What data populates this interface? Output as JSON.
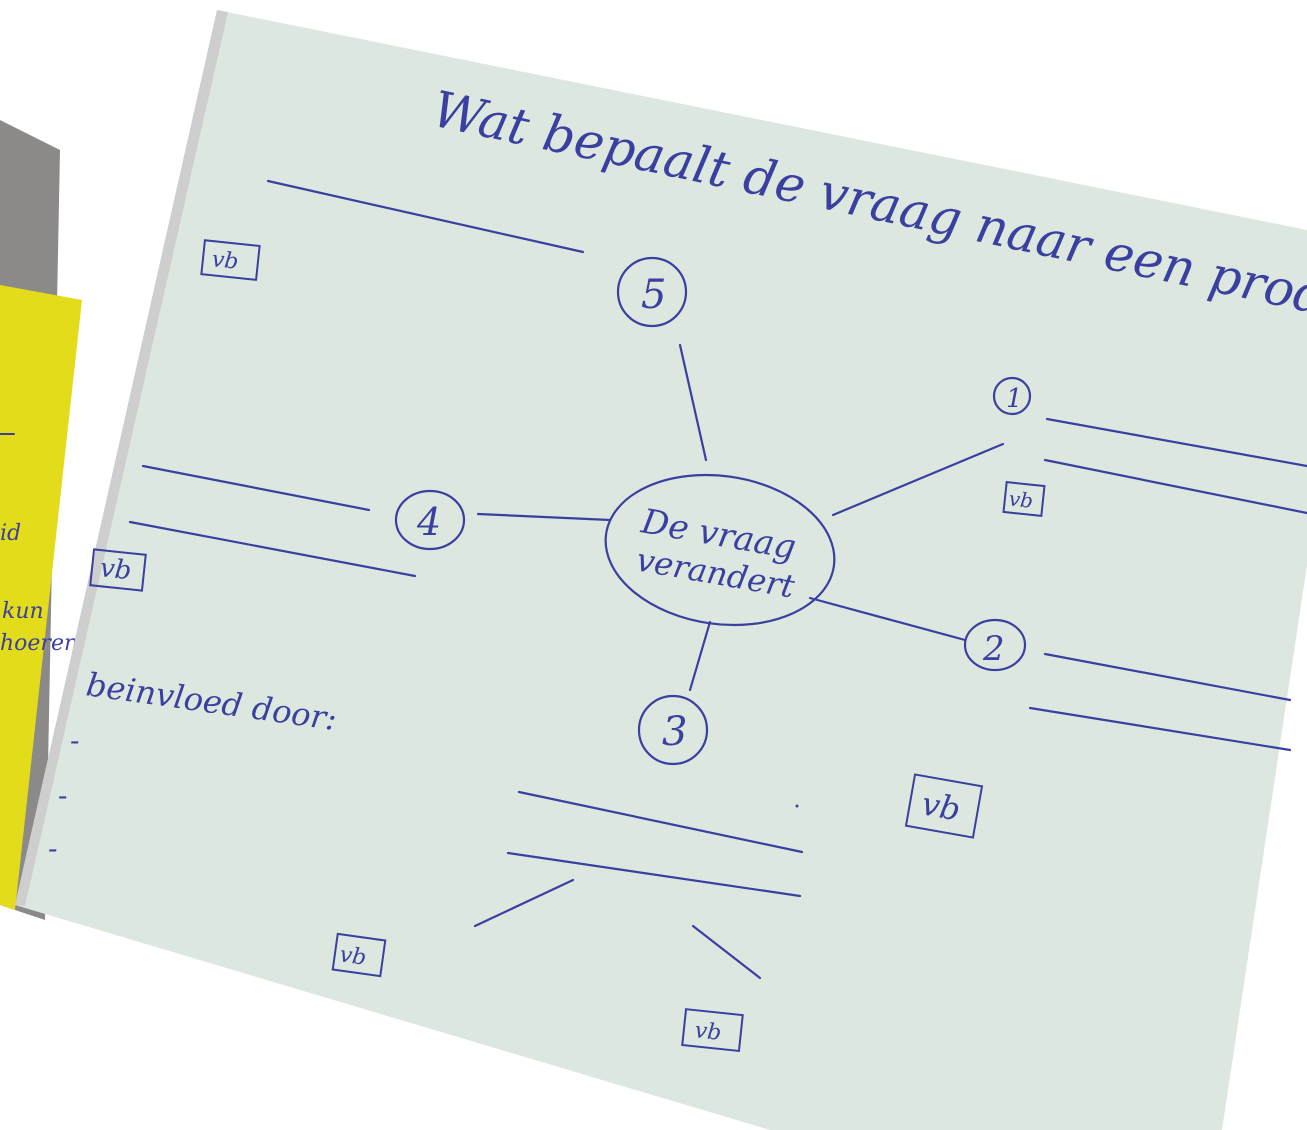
{
  "title": "Wat bepaalt de vraag naar een product?",
  "center": {
    "line1": "De vraag",
    "line2": "verandert"
  },
  "numbers": [
    "1",
    "2",
    "3",
    "4",
    "5"
  ],
  "example_label": "vb",
  "influenced_by": "beinvloed door:",
  "dash": "-",
  "yellow_sheet": {
    "line1": "kun",
    "line2": "hoeren",
    "fragment": "id"
  },
  "colors": {
    "ink": "#3b3fa0",
    "paper": "#dce8df",
    "yellow_paper": "#e2dc1a"
  }
}
